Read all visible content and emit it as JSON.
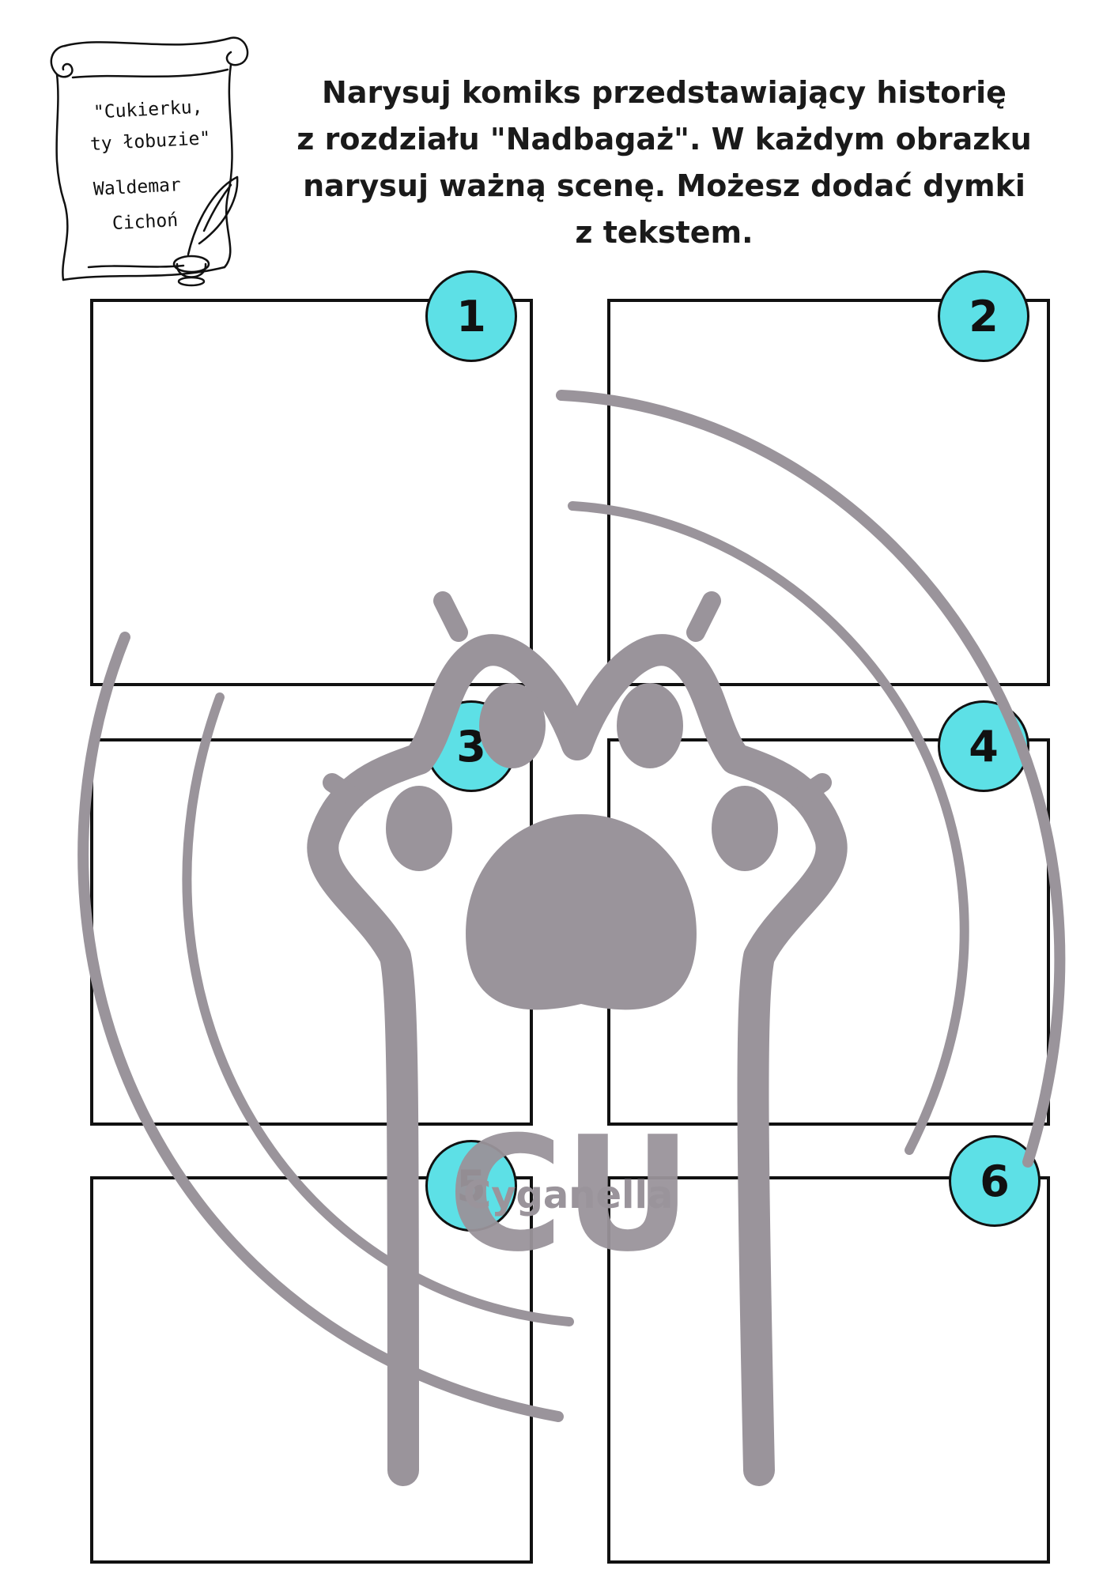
{
  "book": {
    "title_line1": "\"Cukierku,",
    "title_line2": "ty łobuzie\"",
    "author_line1": "Waldemar",
    "author_line2": "Cichoń"
  },
  "instructions": {
    "line1": "Narysuj komiks przedstawiający historię",
    "line2": "z rozdziału \"Nadbagaż\". W każdym obrazku",
    "line3": "narysuj ważną scenę. Możesz dodać dymki",
    "line4": "z tekstem."
  },
  "panels": [
    {
      "number": "1"
    },
    {
      "number": "2"
    },
    {
      "number": "3"
    },
    {
      "number": "4"
    },
    {
      "number": "5"
    },
    {
      "number": "6"
    }
  ],
  "watermark": {
    "initials": "CU",
    "name": "Cyganella",
    "color": "#9a949b"
  },
  "badge_color": "#5de0e6"
}
